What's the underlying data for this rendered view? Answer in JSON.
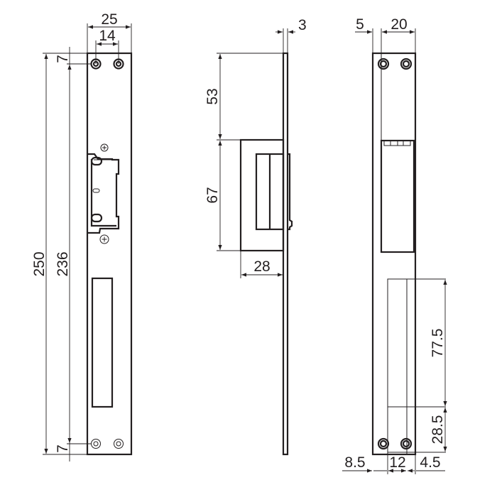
{
  "drawing": {
    "line_color": "#231f20",
    "front_view": {
      "dims": {
        "width": "25",
        "hole_spacing": "14",
        "top_hole_offset": "7",
        "bottom_hole_offset": "7",
        "total_height": "250",
        "hole_pitch": "236"
      }
    },
    "side_view": {
      "dims": {
        "plate_thickness": "3",
        "top_offset": "53",
        "body_height": "67",
        "body_depth": "28"
      }
    },
    "back_view": {
      "dims": {
        "edge_offset": "5",
        "body_width": "20",
        "slot_length": "77.5",
        "lower_section": "28.5",
        "left_margin": "8.5",
        "slot_width": "12",
        "right_margin": "4.5"
      }
    }
  }
}
